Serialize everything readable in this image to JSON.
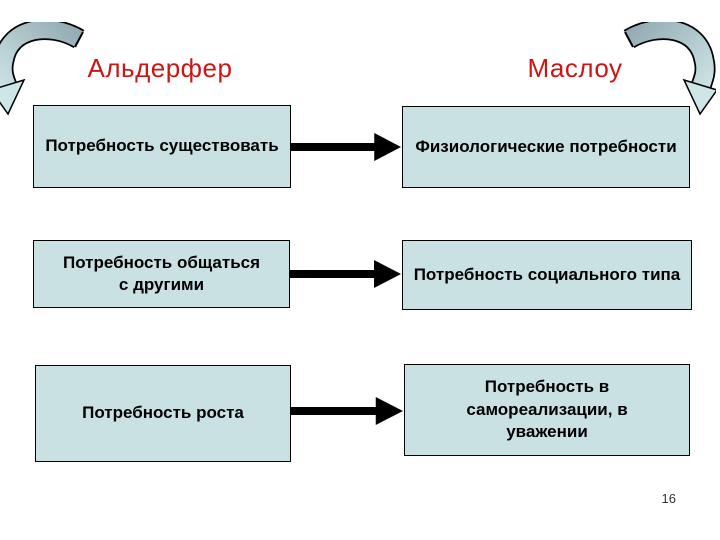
{
  "slide": {
    "headings": {
      "left": "Альдерфер",
      "right": "Маслоу"
    },
    "page_number": "16"
  },
  "diagram": {
    "rows": [
      {
        "left": {
          "lines": [
            "Потребность существовать"
          ]
        },
        "right": {
          "lines": [
            "Физиологические потребности"
          ]
        }
      },
      {
        "left": {
          "lines": [
            "Потребность общаться",
            "с другими"
          ]
        },
        "right": {
          "lines": [
            "Потребность социального типа"
          ]
        }
      },
      {
        "left": {
          "lines": [
            "Потребность роста"
          ]
        },
        "right": {
          "lines": [
            "Потребность в",
            "самореализации, в",
            "уважении"
          ]
        }
      }
    ]
  },
  "icons": {
    "top_left": "curved-down-arrow-icon",
    "top_right": "curved-down-arrow-icon",
    "row_connector": "thick-right-arrow-icon"
  },
  "colors": {
    "box_fill": "#c9e1e3",
    "box_border": "#000000",
    "heading_red": "#cc1616",
    "curved_arrow_dark": "#93abb2",
    "curved_arrow_light": "#cfe6e8",
    "connector_black": "#000000",
    "page_number_gray": "#333333"
  }
}
